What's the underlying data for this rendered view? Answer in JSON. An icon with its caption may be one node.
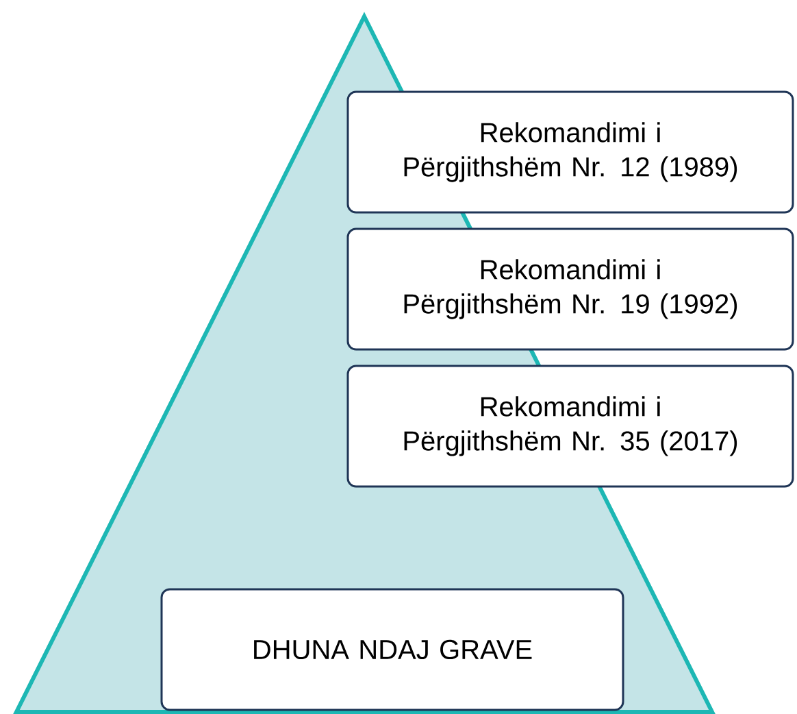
{
  "diagram": {
    "nodes": [
      {
        "text": [
          "Rekomandimi i Përgjithshëm Nr. 12 (1989)"
        ]
      },
      {
        "text": [
          "Rekomandimi i Përgjithshëm Nr. 19 (1992)"
        ]
      },
      {
        "text": [
          "Rekomandimi i Përgjithshëm Nr. 35 (2017)"
        ]
      },
      {
        "text": [
          "DHUNA NDAJ GRAVE"
        ]
      }
    ]
  }
}
